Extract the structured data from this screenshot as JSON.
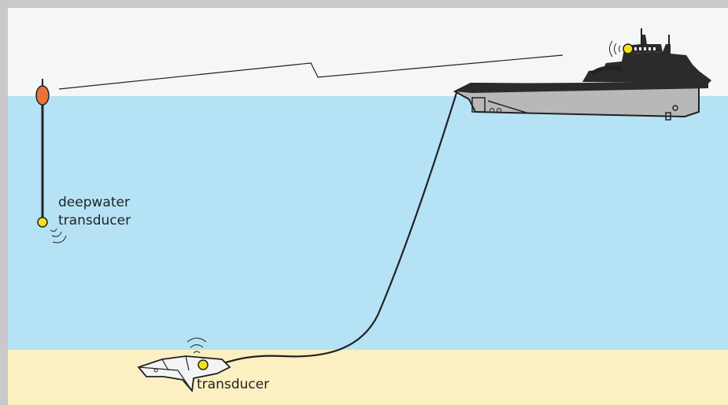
{
  "labels": {
    "deepwater_line1": "deepwater",
    "deepwater_line2": "transducer",
    "seabed_transducer": "transducer"
  },
  "colors": {
    "frame": "#c9c9c9",
    "sky": "#f4f6f7",
    "water": "#b5e3f5",
    "seabed": "#fcf0c2",
    "transducer": "#f5e21a",
    "buoy": "#e8723a",
    "hull": "#b8b8b8",
    "hull_dark": "#2b2b2b"
  },
  "icons": {
    "buoy": "float-icon",
    "ship": "vessel-icon",
    "sled": "towed-sled-icon",
    "signal": "acoustic-waves-icon"
  }
}
